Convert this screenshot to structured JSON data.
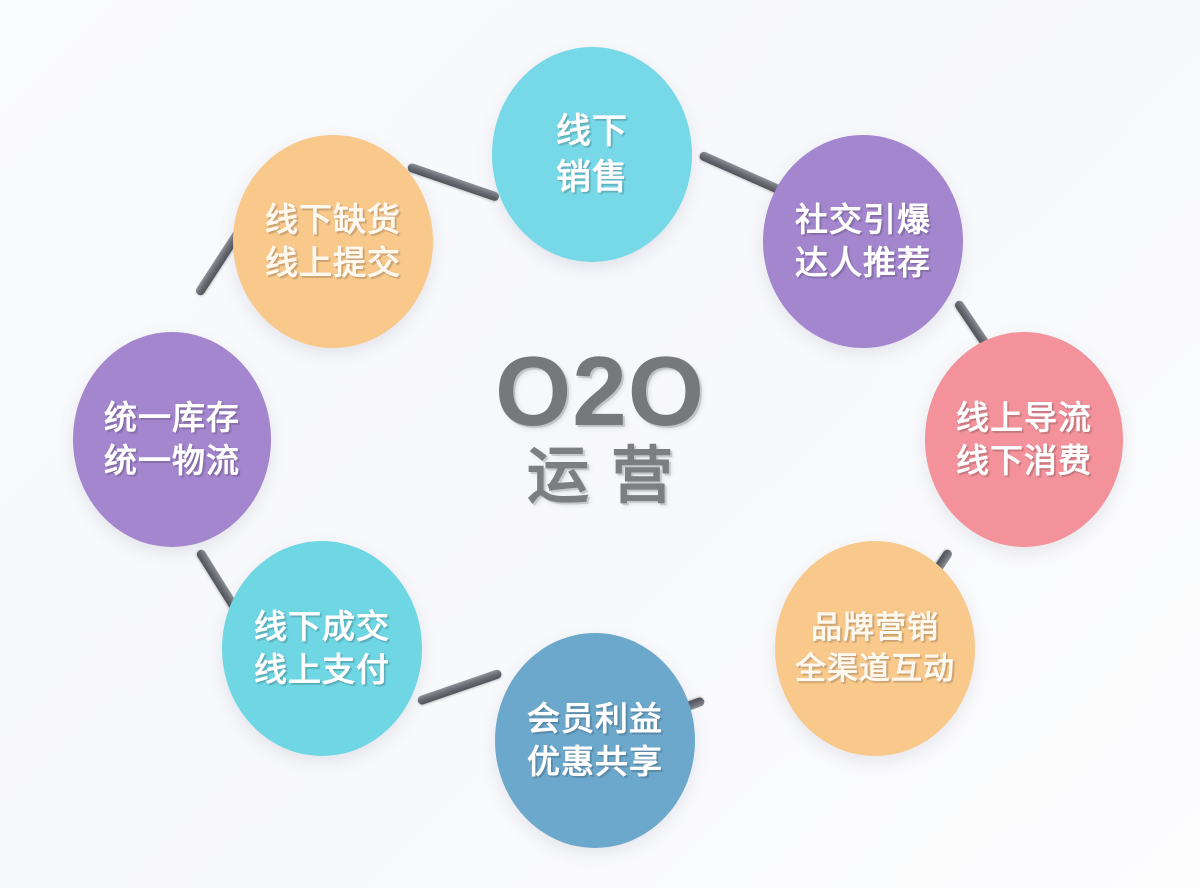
{
  "background_color": "#fafbfd",
  "center": {
    "title": "O2O",
    "subtitle": "运营",
    "color": "#7a7b80"
  },
  "nodes": [
    {
      "id": "offline-sales",
      "position": "top",
      "line1": "线下",
      "line2": "销售",
      "color": "#77d9e8",
      "text_color": "#ffffff"
    },
    {
      "id": "social-viral",
      "position": "top-right",
      "line1": "社交引爆",
      "line2": "达人推荐",
      "color": "#a386ce",
      "text_color": "#ffffff"
    },
    {
      "id": "online-traffic",
      "position": "right",
      "line1": "线上导流",
      "line2": "线下消费",
      "color": "#f3929a",
      "text_color": "#ffffff"
    },
    {
      "id": "brand-marketing",
      "position": "bottom-right",
      "line1": "品牌营销",
      "line2": "全渠道互动",
      "color": "#f9c88b",
      "text_color": "#fff8ee"
    },
    {
      "id": "member-benefits",
      "position": "bottom",
      "line1": "会员利益",
      "line2": "优惠共享",
      "color": "#6ca8cc",
      "text_color": "#ffffff"
    },
    {
      "id": "offline-deal",
      "position": "bottom-left",
      "line1": "线下成交",
      "line2": "线上支付",
      "color": "#6fd6e4",
      "text_color": "#ffffff"
    },
    {
      "id": "unified-inventory",
      "position": "left",
      "line1": "统一库存",
      "line2": "统一物流",
      "color": "#a386ce",
      "text_color": "#ffffff"
    },
    {
      "id": "offline-stockout",
      "position": "top-left",
      "line1": "线下缺货",
      "line2": "线上提交",
      "color": "#f9c88b",
      "text_color": "#fff8ee"
    }
  ],
  "connectors": [
    {
      "id": "link-tl-top",
      "from": "offline-stockout",
      "to": "offline-sales"
    },
    {
      "id": "link-top-tr",
      "from": "offline-sales",
      "to": "social-viral"
    },
    {
      "id": "link-tr-right",
      "from": "social-viral",
      "to": "online-traffic"
    },
    {
      "id": "link-right-br",
      "from": "online-traffic",
      "to": "brand-marketing"
    },
    {
      "id": "link-br-bottom",
      "from": "brand-marketing",
      "to": "member-benefits"
    },
    {
      "id": "link-bottom-bl",
      "from": "member-benefits",
      "to": "offline-deal"
    },
    {
      "id": "link-bl-left",
      "from": "offline-deal",
      "to": "unified-inventory"
    },
    {
      "id": "link-left-tl",
      "from": "unified-inventory",
      "to": "offline-stockout"
    }
  ],
  "connector_color": "#6b6e74"
}
